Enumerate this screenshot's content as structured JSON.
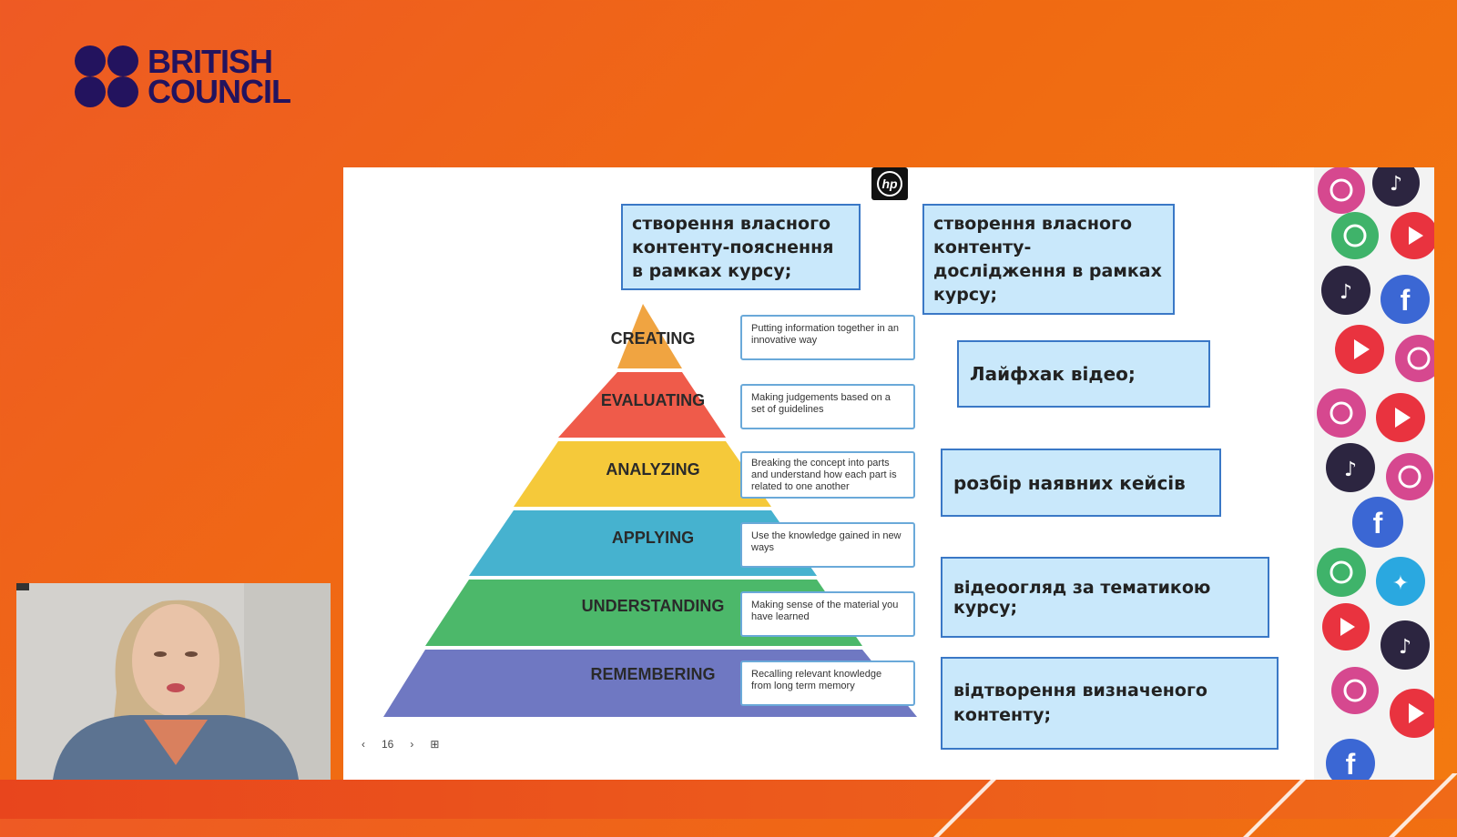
{
  "brand": {
    "line1": "BRITISH",
    "line2": "COUNCIL"
  },
  "slide": {
    "hp_logo": "hp",
    "pyramid": [
      {
        "level": "CREATING",
        "color": "#f0a441",
        "description": "Putting information together in an innovative way"
      },
      {
        "level": "EVALUATING",
        "color": "#ef5b4a",
        "description": "Making judgements based on a set of guidelines"
      },
      {
        "level": "ANALYZING",
        "color": "#f5c93a",
        "description": "Breaking the concept into parts and understand how each part is related to one another"
      },
      {
        "level": "APPLYING",
        "color": "#46b2cf",
        "description": "Use the knowledge gained in new ways"
      },
      {
        "level": "UNDERSTANDING",
        "color": "#4cb86a",
        "description": "Making sense of the material you have learned"
      },
      {
        "level": "REMEMBERING",
        "color": "#6f78c2",
        "description": "Recalling relevant knowledge from long term memory"
      }
    ],
    "ua_boxes": [
      {
        "text": "створення власного контенту-пояснення в рамках курсу;"
      },
      {
        "text": "створення власного контенту-дослідження в рамках курсу;"
      },
      {
        "text": "Лайфхак відео;"
      },
      {
        "text": "розбір наявних кейсів"
      },
      {
        "text": "відеоогляд за тематикою курсу;"
      },
      {
        "text": "відтворення визначеного контенту;"
      }
    ],
    "nav": {
      "prev": "‹",
      "page": "16",
      "next": "›",
      "extra": "⊞"
    }
  },
  "social_icons": [
    "instagram-icon",
    "tiktok-icon",
    "facebook-icon",
    "youtube-icon",
    "whatsapp-icon",
    "twitter-icon"
  ],
  "colors": {
    "accent_orange": "#f06a12",
    "brand_navy": "#23135e",
    "box_fill": "#c9e8fb",
    "box_border": "#3a78c6"
  }
}
